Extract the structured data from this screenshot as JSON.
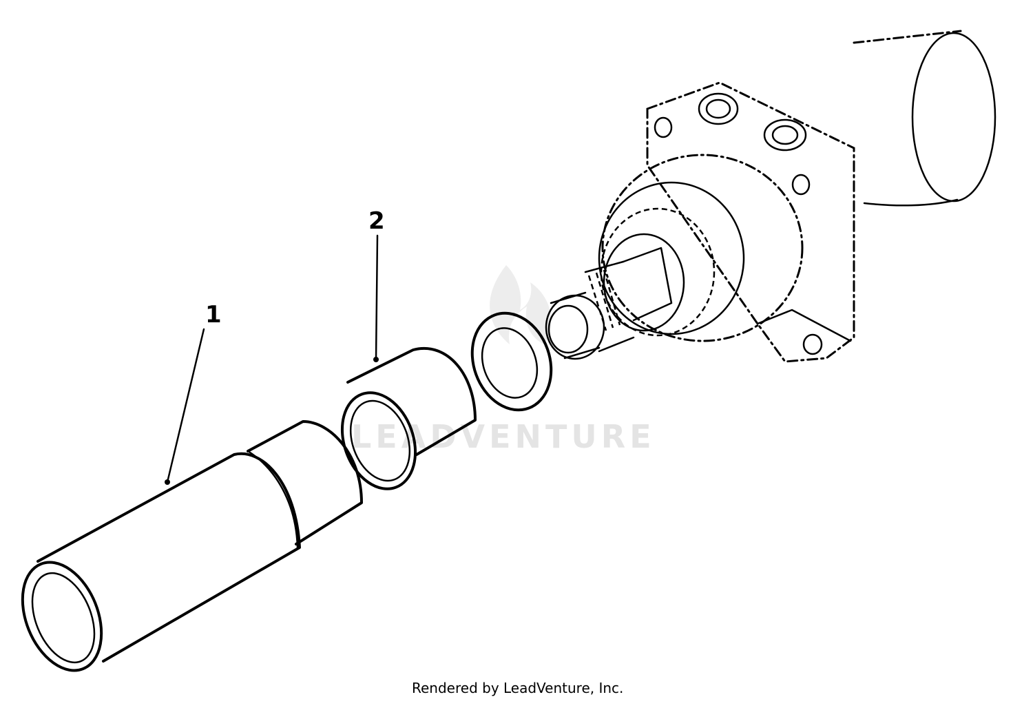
{
  "diagram": {
    "callouts": [
      {
        "id": "1",
        "label": "1"
      },
      {
        "id": "2",
        "label": "2"
      }
    ],
    "watermark_text": "LEADVENTURE",
    "footer_text": "Rendered by LeadVenture, Inc."
  }
}
